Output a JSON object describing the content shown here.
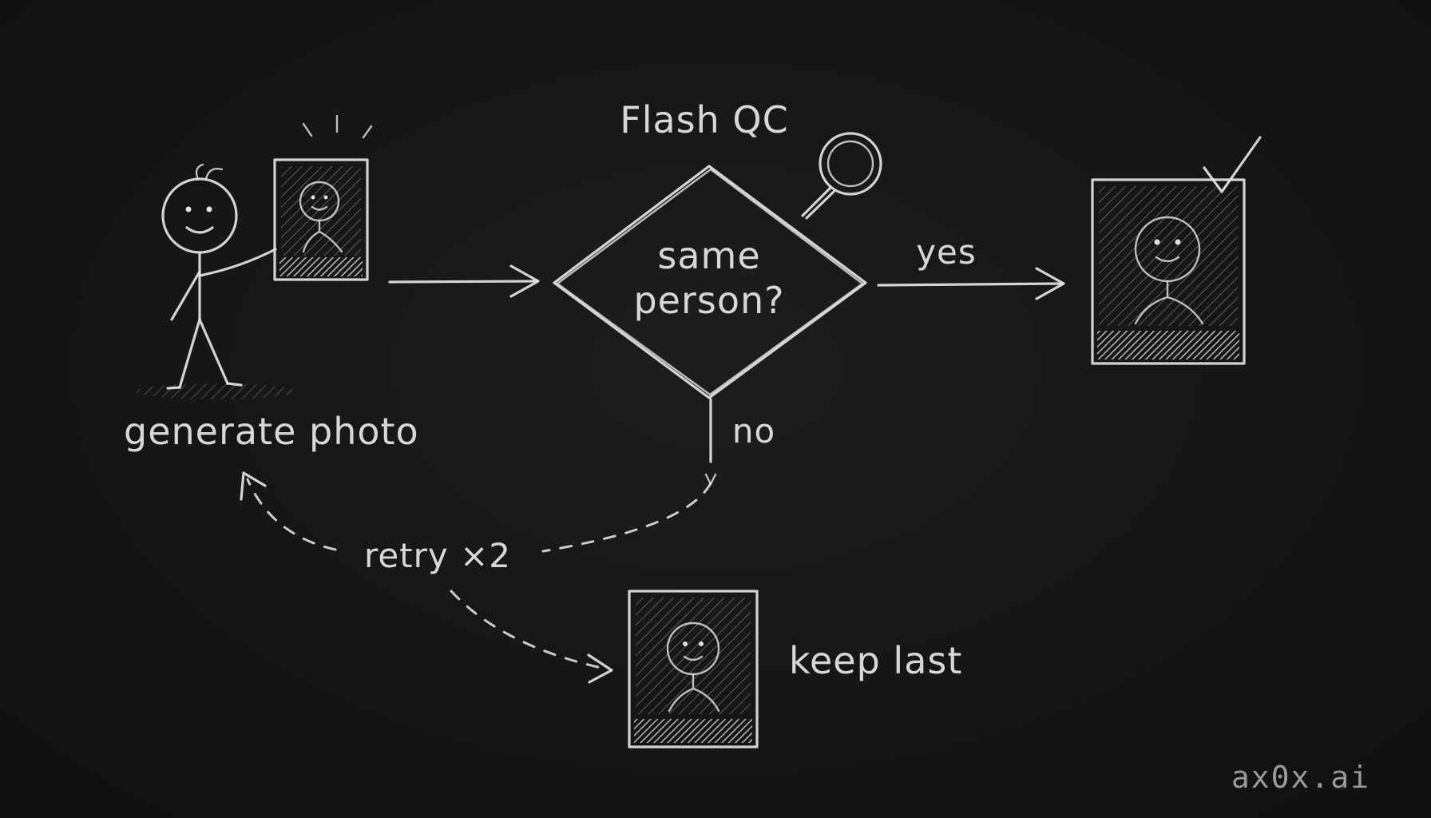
{
  "diagram": {
    "decision_title": "Flash QC",
    "decision_question_line1": "same",
    "decision_question_line2": "person?",
    "start_label": "generate photo",
    "yes_label": "yes",
    "no_label": "no",
    "retry_label": "retry ×2",
    "fallback_label": "keep last",
    "watermark": "ax0x.ai"
  },
  "colors": {
    "board": "#121212",
    "chalk": "#e4e4e4"
  },
  "icons": [
    "stick-figure-icon",
    "photo-frame-icon",
    "magnifier-icon",
    "checkmark-icon"
  ]
}
